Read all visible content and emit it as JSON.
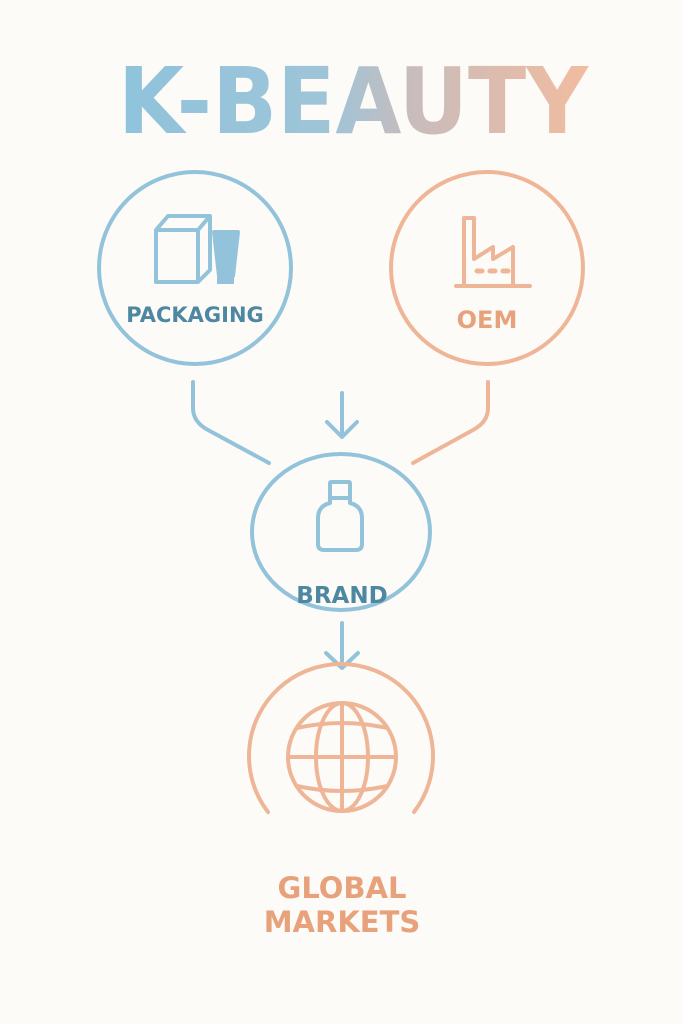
{
  "title": "K-BEAUTY",
  "nodes": {
    "packaging": {
      "label": "PACKAGING",
      "icon": "box-and-tube-icon"
    },
    "oem": {
      "label": "OEM",
      "icon": "factory-icon"
    },
    "brand": {
      "label": "BRAND",
      "icon": "bottle-icon"
    },
    "global": {
      "label_line1": "GLOBAL",
      "label_line2": "MARKETS",
      "icon": "globe-icon"
    }
  },
  "colors": {
    "background": "#fcfbf8",
    "blue": "#93c3da",
    "blue_text": "#4d87a0",
    "orange": "#eeb697",
    "orange_text": "#e8a27b"
  }
}
